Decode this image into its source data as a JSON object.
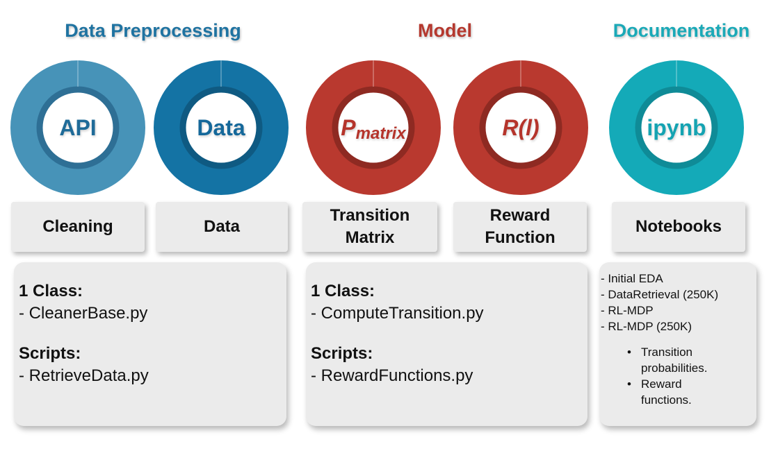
{
  "sections": [
    {
      "id": "preprocessing",
      "title": "Data Preprocessing",
      "color": "#1f73a1"
    },
    {
      "id": "model",
      "title": "Model",
      "color": "#b5382e"
    },
    {
      "id": "documentation",
      "title": "Documentation",
      "color": "#1aa9b7"
    }
  ],
  "rings": [
    {
      "id": "api",
      "label": "API",
      "outer_color": "#4793b8",
      "inner_color": "#2e6f95",
      "text_color": "#1f6b98"
    },
    {
      "id": "data",
      "label": "Data",
      "outer_color": "#1473a4",
      "inner_color": "#0f5a82",
      "text_color": "#15689a"
    },
    {
      "id": "pmatrix",
      "label_main": "P",
      "label_sub": "matrix",
      "outer_color": "#b9392f",
      "inner_color": "#8e2a22",
      "text_color": "#b5342b"
    },
    {
      "id": "reward",
      "label": "R(l)",
      "outer_color": "#b9392f",
      "inner_color": "#8e2a22",
      "text_color": "#b5342b"
    },
    {
      "id": "ipynb",
      "label": "ipynb",
      "outer_color": "#14aab8",
      "inner_color": "#0f8b97",
      "text_color": "#14a3b2"
    }
  ],
  "label_boxes": [
    {
      "id": "cleaning",
      "text": "Cleaning"
    },
    {
      "id": "data",
      "text": "Data"
    },
    {
      "id": "transition",
      "text": "Transition\nMatrix"
    },
    {
      "id": "reward",
      "text": "Reward\nFunction"
    },
    {
      "id": "notebooks",
      "text": "Notebooks"
    }
  ],
  "content": {
    "preprocessing": {
      "class_title": "1 Class:",
      "class_item": "- CleanerBase.py",
      "scripts_title": "Scripts:",
      "scripts_item": "- RetrieveData.py"
    },
    "model": {
      "class_title": "1 Class:",
      "class_item": "- ComputeTransition.py",
      "scripts_title": "Scripts:",
      "scripts_item": "- RewardFunctions.py"
    },
    "documentation": {
      "items": [
        "- Initial EDA",
        "- DataRetrieval (250K)",
        "- RL-MDP",
        "- RL-MDP (250K)"
      ],
      "bullets": [
        "Transition\n probabilities.",
        "Reward\nfunctions."
      ],
      "bullet_symbol": "•"
    }
  }
}
